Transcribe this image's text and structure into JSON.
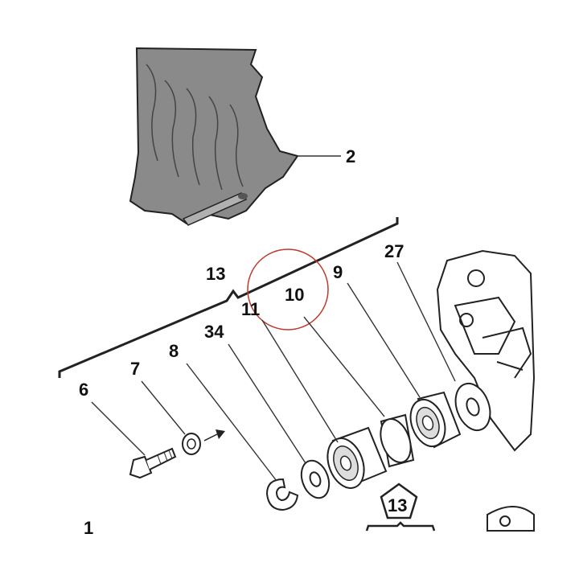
{
  "callouts": {
    "c1": "1",
    "c2": "2",
    "c6": "6",
    "c7": "7",
    "c8": "8",
    "c9": "9",
    "c10": "10",
    "c11": "11",
    "c13": "13",
    "c13_badge": "13",
    "c27": "27",
    "c34": "34"
  },
  "colors": {
    "line": "#222222",
    "shade": "#8a8a8a",
    "highlight": "#c0392b"
  },
  "icons": [
    "arrow-icon",
    "pentagon-badge-icon"
  ]
}
